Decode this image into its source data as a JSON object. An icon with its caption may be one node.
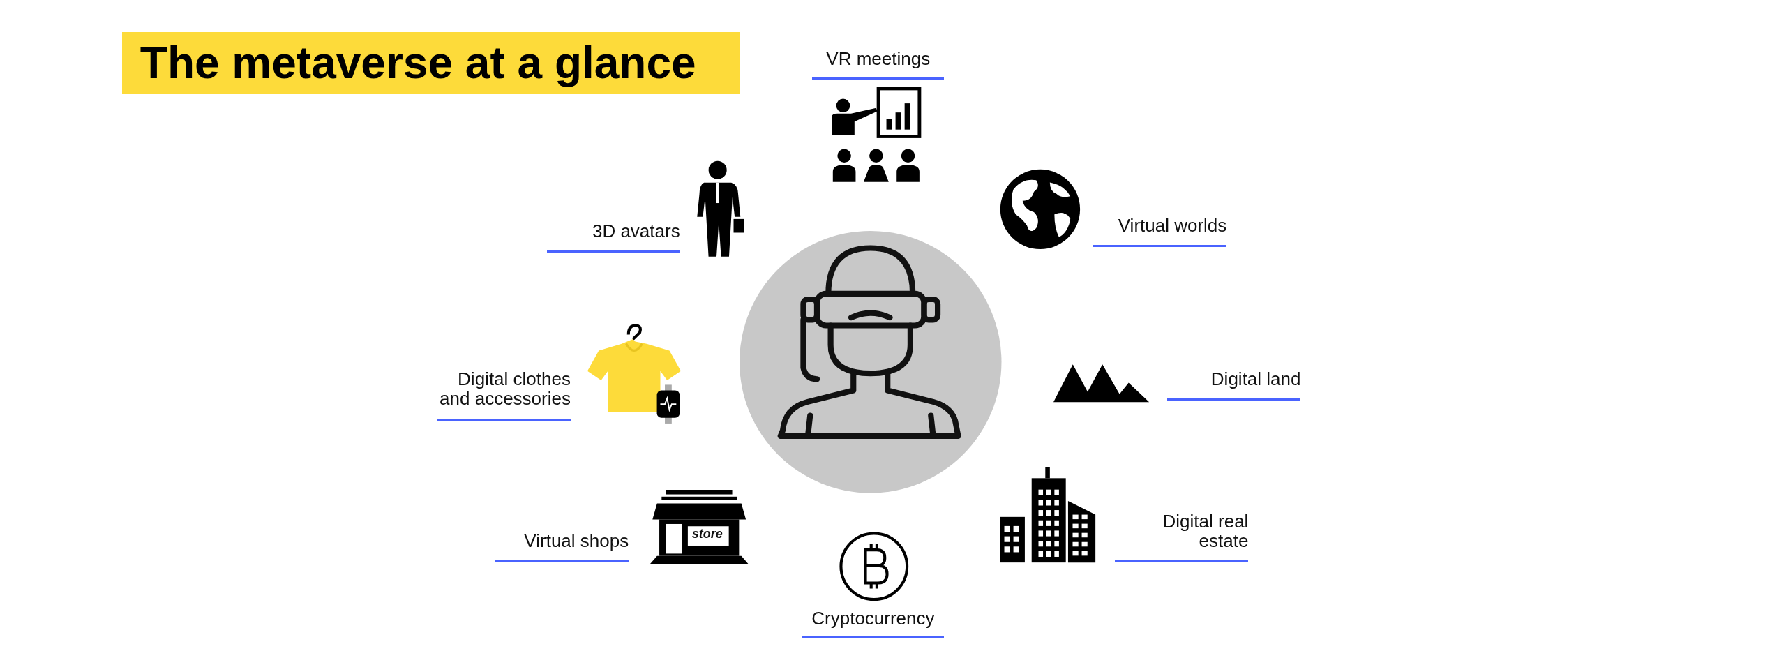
{
  "diagram": {
    "title": "The metaverse at a glance",
    "labels": [
      "VR meetings",
      "3D avatars",
      "Virtual worlds",
      "Digital clothes and accessories",
      "Digital land",
      "Digital real estate",
      "store",
      "Virtual shops",
      "Cryptocurrency"
    ]
  }
}
